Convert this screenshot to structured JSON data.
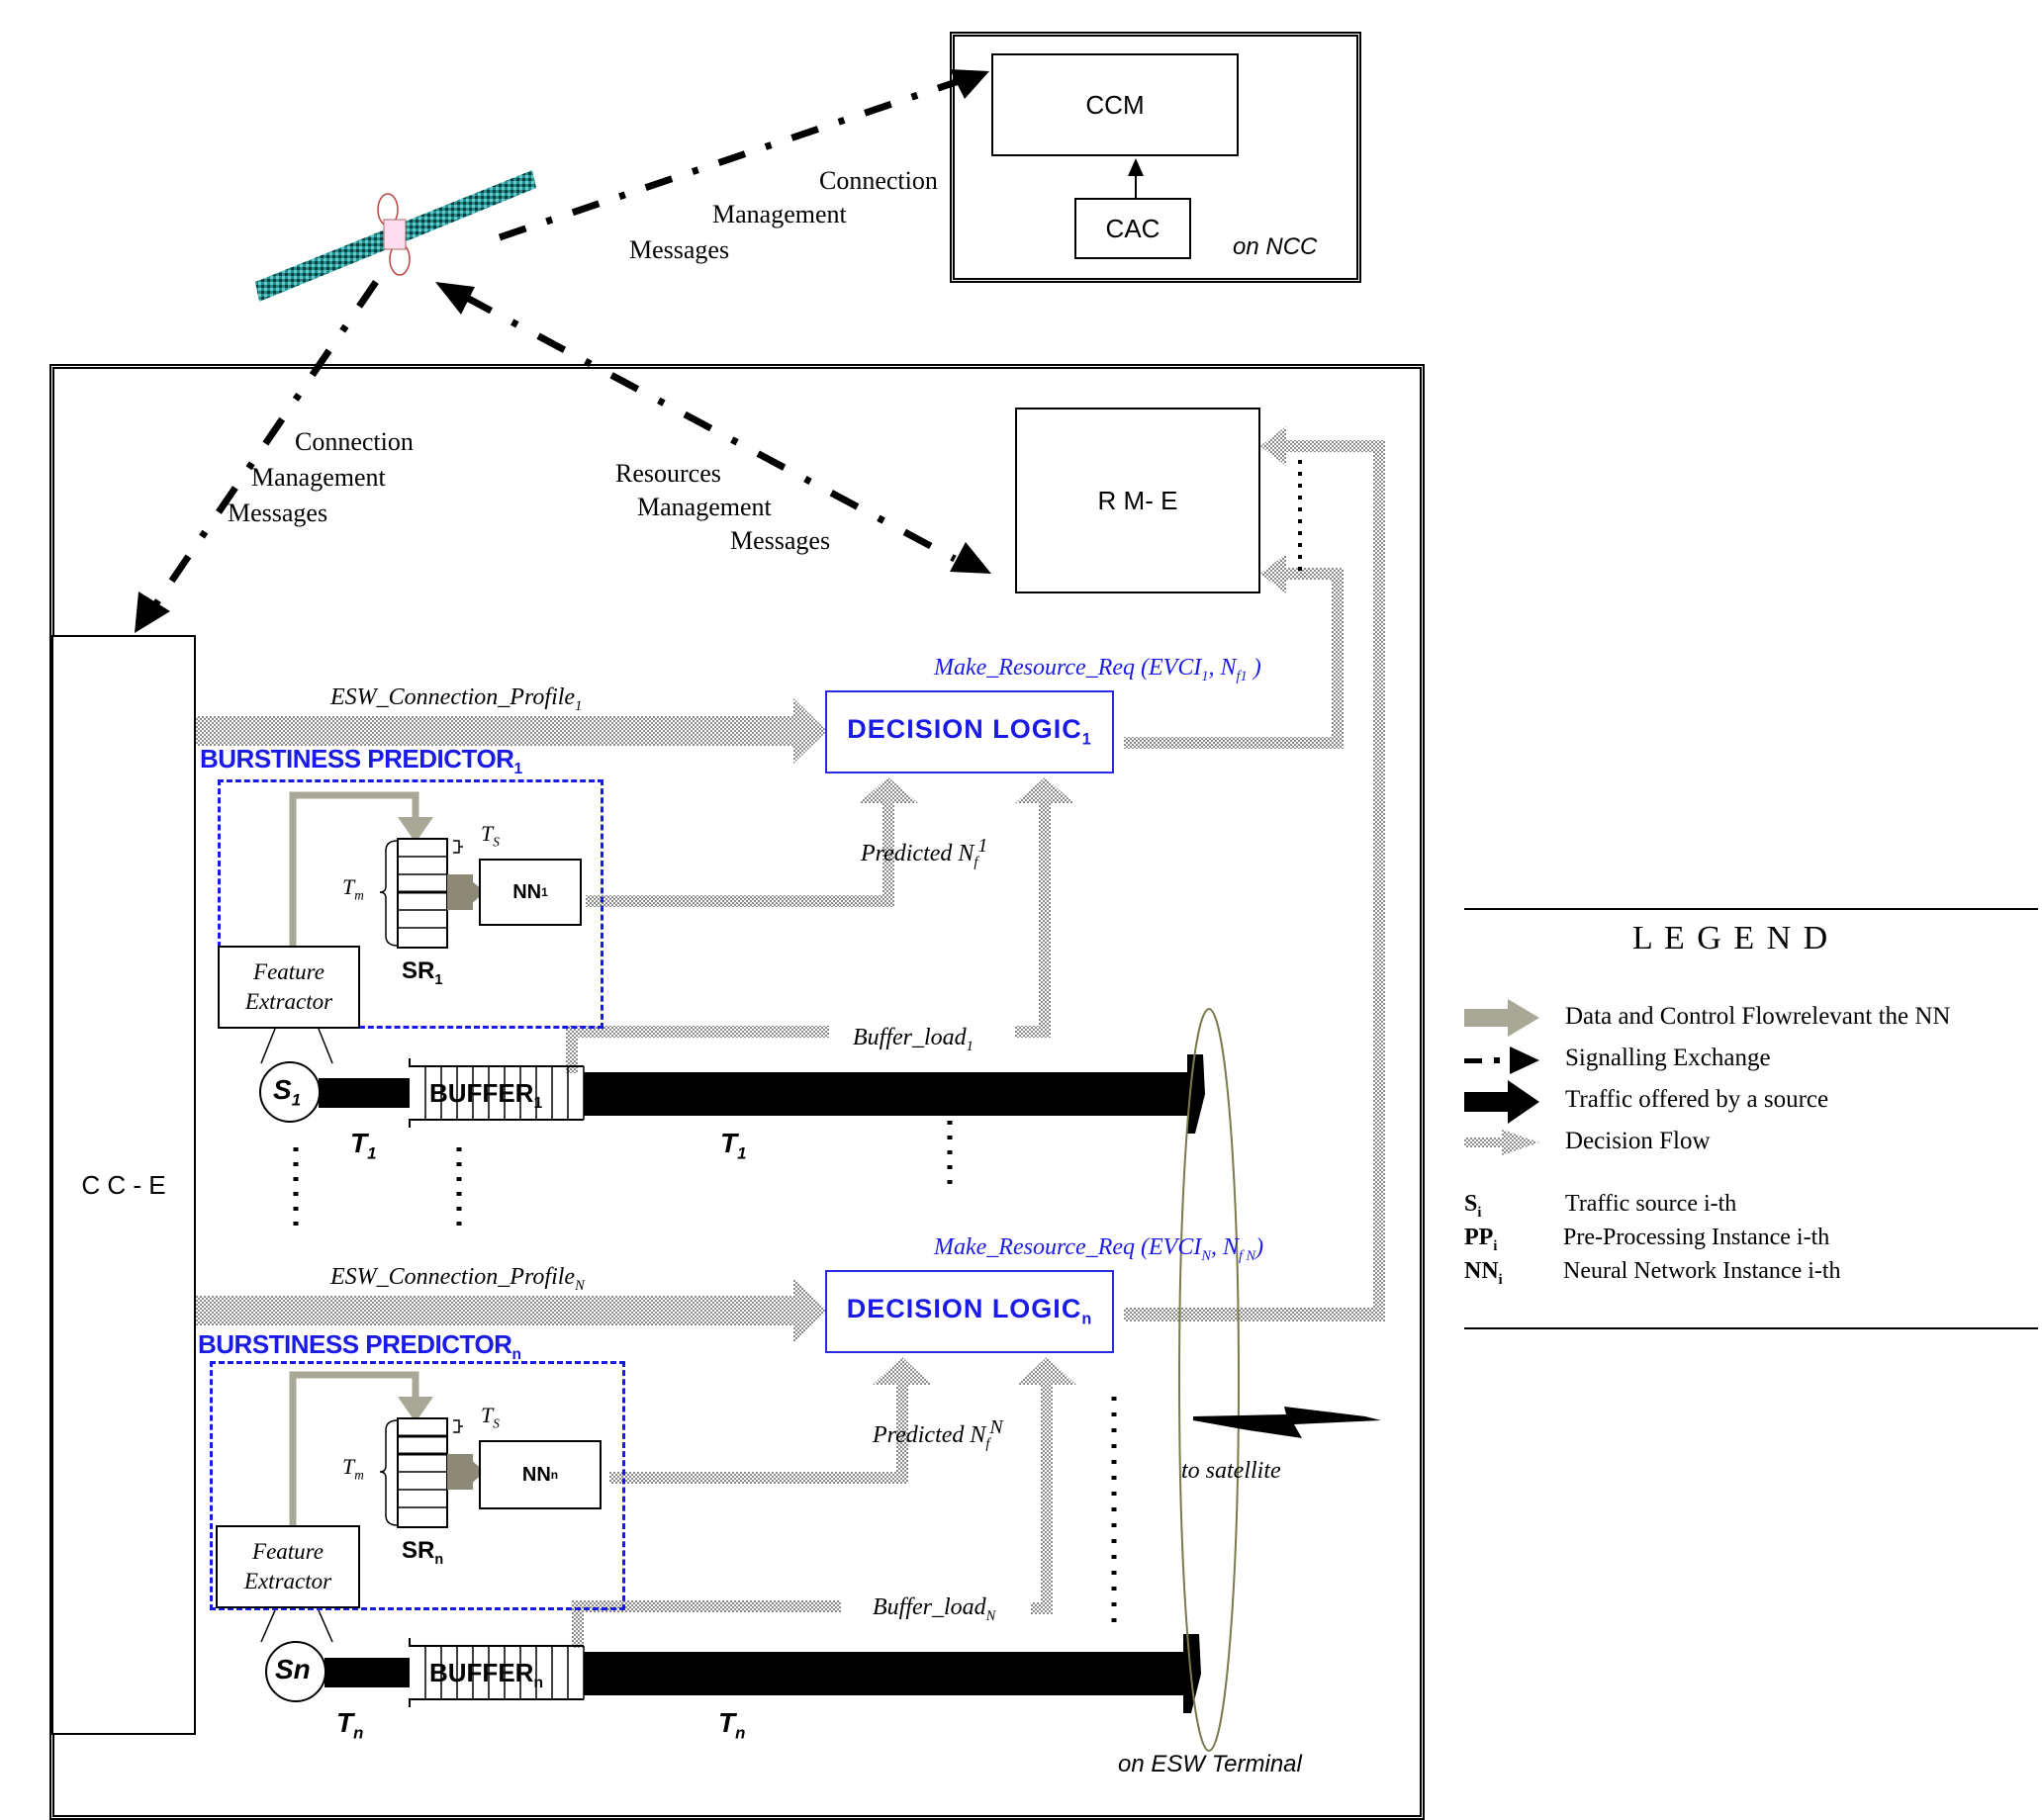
{
  "ncc": {
    "ccm_label": "CCM",
    "cac_label": "CAC",
    "location_label": "on NCC"
  },
  "signalling": {
    "ncc_link_label": [
      "Connection",
      "Management",
      "Messages"
    ],
    "cce_link_label": [
      "Connection",
      "Management",
      "Messages"
    ],
    "rme_link_label": [
      "Resources",
      "Management",
      "Messages"
    ]
  },
  "terminal": {
    "location_label": "on ESW Terminal",
    "cce_label": "C C - E",
    "rme_label": "R M- E",
    "to_satellite_label": "to satellite"
  },
  "branches": [
    {
      "profile_label": "ESW_Connection_Profile",
      "profile_sub": "1",
      "predictor_label": "BURSTINESS PREDICTOR",
      "predictor_sub": "1",
      "nn_label": "NN",
      "nn_sub": "1",
      "sr_label": "SR",
      "sr_sub": "1",
      "feature_extractor_label": [
        "Feature",
        "Extractor"
      ],
      "ts_label": "T",
      "ts_sub": "S",
      "tm_label": "T",
      "tm_sub": "m",
      "decision_label": "DECISION  LOGIC",
      "decision_sub": "1",
      "resource_req_label": "Make_Resource_Req (EVCI",
      "resource_req_sub1": "1",
      "resource_req_mid": ", N",
      "resource_req_sub2": "f1",
      "resource_req_end": " )",
      "predicted_label": "Predicted N",
      "predicted_sup": "1",
      "predicted_sub": "f",
      "buffer_load_label": "Buffer_load",
      "buffer_load_sub": "1",
      "source_label": "S",
      "source_sub": "1",
      "buffer_label": "BUFFER",
      "buffer_sub": "1",
      "t_label": "T",
      "t_sub": "1"
    },
    {
      "profile_label": "ESW_Connection_Profile",
      "profile_sub": "N",
      "predictor_label": "BURSTINESS PREDICTOR",
      "predictor_sub": "n",
      "nn_label": "NN",
      "nn_sub": "n",
      "sr_label": "SR",
      "sr_sub": "n",
      "feature_extractor_label": [
        "Feature",
        "Extractor"
      ],
      "ts_label": "T",
      "ts_sub": "S",
      "tm_label": "T",
      "tm_sub": "m",
      "decision_label": "DECISION  LOGIC",
      "decision_sub": "n",
      "resource_req_label": "Make_Resource_Req (EVCI",
      "resource_req_sub1": "N",
      "resource_req_mid": ", N",
      "resource_req_sub2": "f N",
      "resource_req_end": ")",
      "predicted_label": "Predicted N",
      "predicted_sup": "N",
      "predicted_sub": "f",
      "buffer_load_label": "Buffer_load",
      "buffer_load_sub": "N",
      "source_label": "Sn",
      "source_sub": "",
      "buffer_label": "BUFFER",
      "buffer_sub": "n",
      "t_label": "T",
      "t_sub": "n"
    }
  ],
  "legend": {
    "title": "L E G E N D",
    "arrows": [
      {
        "icon": "data-control-flow-arrow-icon",
        "label": "Data and Control Flowrelevant the NN",
        "color": "#a9a795"
      },
      {
        "icon": "signalling-arrow-icon",
        "label": "Signalling Exchange",
        "color": "#000000"
      },
      {
        "icon": "traffic-arrow-icon",
        "label": "Traffic offered by a  source",
        "color": "#000000"
      },
      {
        "icon": "decision-flow-arrow-icon",
        "label": "Decision  Flow",
        "color": "#a0a0a0"
      }
    ],
    "symbols": [
      {
        "symbol": "S",
        "sub": "i",
        "label": "Traffic source i-th"
      },
      {
        "symbol": "PP",
        "sub": "i",
        "label": "Pre-Processing Instance i-th"
      },
      {
        "symbol": "NN",
        "sub": "i",
        "label": "Neural Network Instance i-th"
      }
    ]
  },
  "colors": {
    "predictor_blue": "#1a1ae6",
    "nn_flow": "#a9a795",
    "decision_flow": "#a0a0a0",
    "satellite_panel": "#1f8f8f",
    "beam_outline": "#7b7a4e"
  }
}
